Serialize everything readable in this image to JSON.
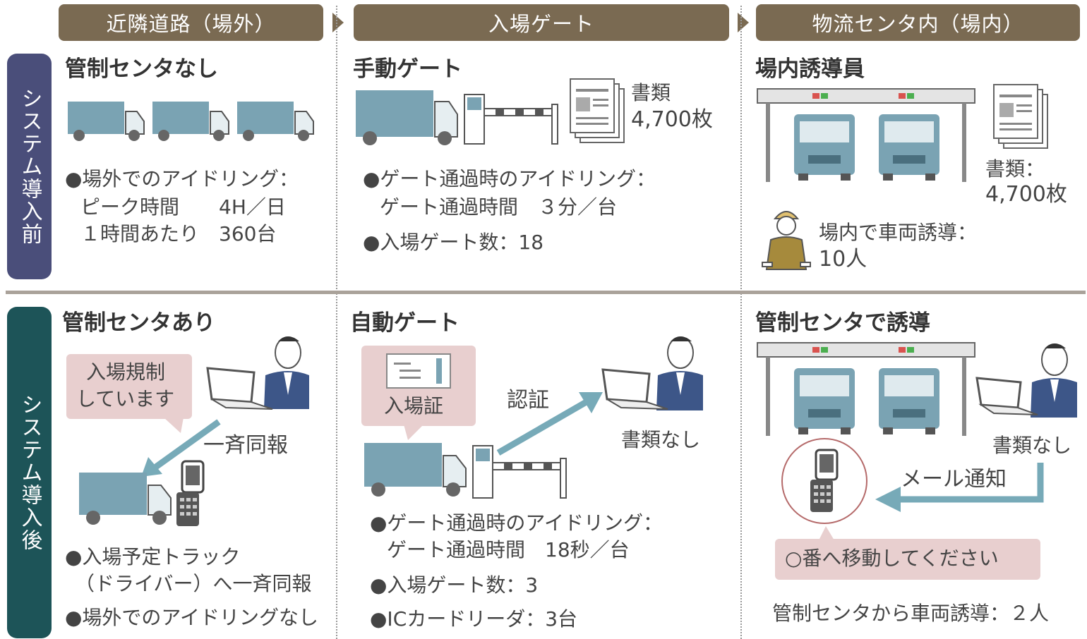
{
  "columns": [
    "近隣道路（場外）",
    "入場ゲート",
    "物流センタ内（場内）"
  ],
  "rows": [
    "システム導入前",
    "システム導入後"
  ],
  "before": {
    "road": {
      "title": "管制センタなし",
      "lines": [
        "●場外でのアイドリング：",
        "ピーク時間　　4H／日",
        "１時間あたり　360台"
      ]
    },
    "gate": {
      "title": "手動ゲート",
      "doc_label": "書類",
      "doc_count": "4,700枚",
      "lines": [
        "●ゲート通過時のアイドリング：",
        "ゲート通過時間　３分／台",
        "●入場ゲート数：18"
      ]
    },
    "center": {
      "title": "場内誘導員",
      "doc_label": "書類：",
      "doc_count": "4,700枚",
      "guide_line1": "場内で車両誘導：",
      "guide_line2": "10人"
    }
  },
  "after": {
    "road": {
      "title": "管制センタあり",
      "bubble": [
        "入場規制",
        "しています"
      ],
      "broadcast": "一斉同報",
      "lines": [
        "●入場予定トラック",
        "（ドライバー）へ一斉同報",
        "●場外でのアイドリングなし"
      ]
    },
    "gate": {
      "title": "自動ゲート",
      "pass_label": "入場証",
      "auth_label": "認証",
      "no_docs": "書類なし",
      "lines": [
        "●ゲート通過時のアイドリング：",
        "ゲート通過時間　18秒／台",
        "●入場ゲート数：3",
        "●ICカードリーダ：3台"
      ]
    },
    "center": {
      "title": "管制センタで誘導",
      "no_docs": "書類なし",
      "mail": "メール通知",
      "bubble": "○番へ移動してください",
      "footer": "管制センタから車両誘導：２人"
    }
  },
  "colors": {
    "header": "#7a6a52",
    "row_before": "#4a4e7a",
    "row_after": "#1d5458",
    "truck": "#7aa3b3",
    "arrow": "#77aab8",
    "bubble": "#e8cfcf",
    "suit": "#3d5688"
  }
}
